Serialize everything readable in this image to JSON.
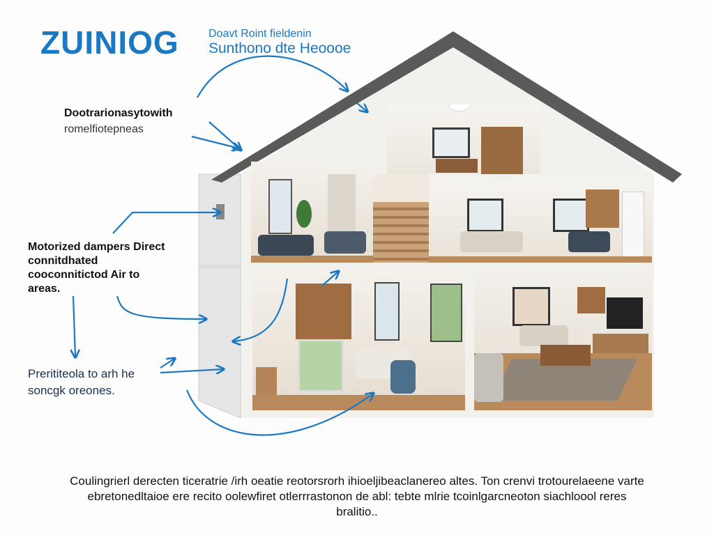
{
  "header": {
    "brand": "ZUINIOG",
    "subtitle_line1": "Doavt Roint fieldenin",
    "subtitle_line2": "Sunthono dte Heoooe"
  },
  "labels": {
    "top_line1": "Dootrarionasytowith",
    "top_line2": "romelfiotepneas",
    "middle": "Motorized dampers Direct connitdhated cooconnitictod Air to areas.",
    "bottom": "Prerititeola to arh he soncgk oreones."
  },
  "caption": "Coulingrierl derecten ticeratrie /irh oeatie reotorsrorh ihioeljibeaclanereo altes. Ton crenvi trotourelaeene varte ebretonedltaioe ere recito oolewfiret otlerrrastonon de abl: tebte mlrie tcoinlgarcneoton siachloool reres bralitio..",
  "colors": {
    "accent": "#1b78c2",
    "roof": "#5a5a5a",
    "wall": "#f2f0ec",
    "floor": "#b98a5c"
  }
}
